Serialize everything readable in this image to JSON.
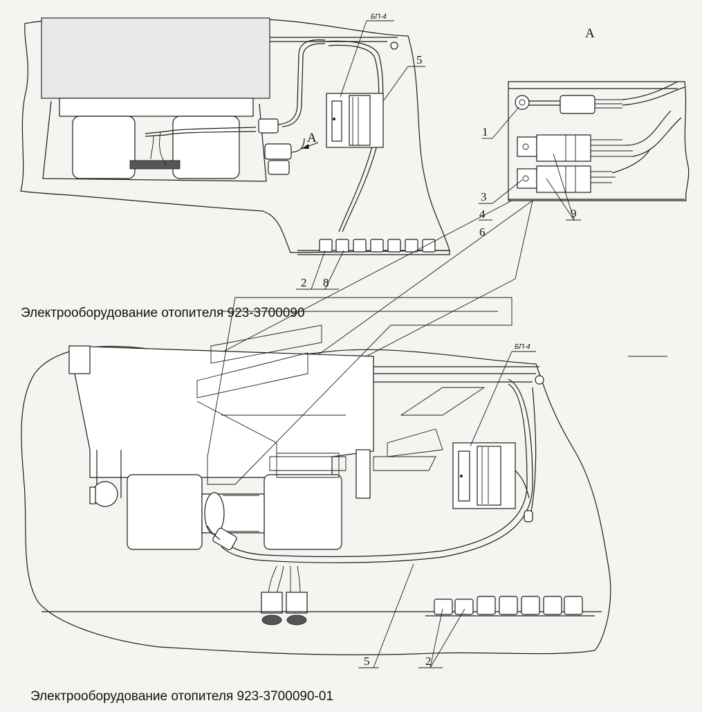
{
  "view_label": "А",
  "view_arrow_label": "А",
  "block_label_top": "БП-4",
  "block_label_bottom": "БП-4",
  "callouts_top": {
    "c1": "1",
    "c2": "2",
    "c3": "3",
    "c4": "4",
    "c5": "5",
    "c6": "6",
    "c8": "8",
    "c9": "9"
  },
  "callouts_bottom": {
    "c5": "5",
    "c2": "2"
  },
  "caption_top": "Электрооборудование отопителя 923-3700090",
  "caption_bottom": "Электрооборудование отопителя 923-3700090-01"
}
